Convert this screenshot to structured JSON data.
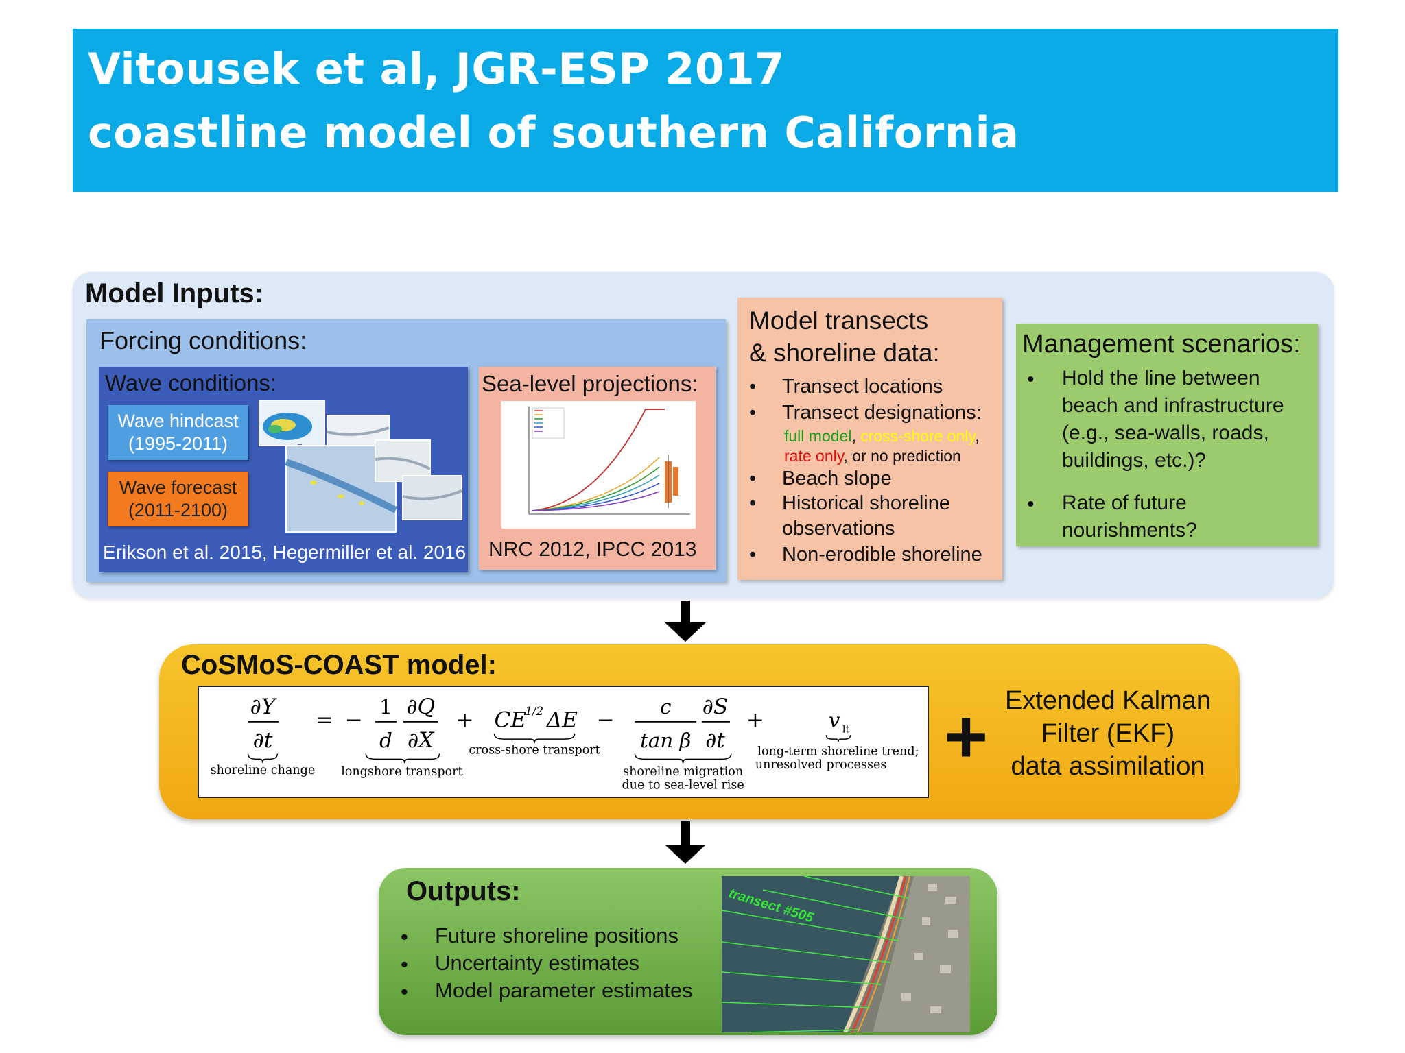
{
  "title": {
    "line1": "Vitousek et al, JGR-ESP 2017",
    "line2": "coastline model of southern California"
  },
  "inputs": {
    "heading": "Model Inputs:",
    "forcing": {
      "heading": "Forcing conditions:",
      "wave": {
        "heading": "Wave conditions:",
        "hindcast_line1": "Wave hindcast",
        "hindcast_line2": "(1995-2011)",
        "forecast_line1": "Wave forecast",
        "forecast_line2": "(2011-2100)",
        "citation": "Erikson et al. 2015, Hegermiller et al. 2016"
      },
      "sea_level": {
        "heading": "Sea-level projections:",
        "citation": "NRC 2012, IPCC 2013"
      }
    },
    "transects": {
      "heading_line1": "Model transects",
      "heading_line2": "& shoreline data:",
      "items": [
        "Transect locations",
        "Transect designations:",
        "Beach slope",
        "Historical shoreline",
        "observations",
        "Non-erodible shoreline"
      ],
      "designations": {
        "full_model": "full model",
        "cross_shore_only": "cross-shore only",
        "rate_only": "rate only",
        "rest": ", or no prediction",
        "comma": ","
      },
      "designation_colors": {
        "full_model": "#1a9e1a",
        "cross_shore_only": "#ffff00",
        "rate_only": "#e01010"
      }
    },
    "management": {
      "heading": "Management scenarios:",
      "item1_lines": [
        "Hold the line between",
        "beach and infrastructure",
        "(e.g., sea-walls, roads,",
        "buildings, etc.)?"
      ],
      "item2_lines": [
        "Rate of future",
        "nourishments?"
      ]
    }
  },
  "model": {
    "heading": "CoSMoS-COAST model:",
    "equation": {
      "dY": "∂Y",
      "dt": "∂t",
      "eq": "=",
      "minus": "−",
      "plus": "+",
      "one": "1",
      "d": "d",
      "dQ": "∂Q",
      "dX": "∂X",
      "CE": "CE",
      "half": "1/2",
      "dE": "ΔE",
      "c": "c",
      "tanb": "tan β",
      "dS": "∂S",
      "v": "v",
      "lt": "lt",
      "label_shoreline": "shoreline change",
      "label_longshore": "longshore transport",
      "label_cross": "cross-shore transport",
      "label_slr1": "shoreline migration",
      "label_slr2": "due to sea-level rise",
      "label_trend1": "long-term shoreline trend;",
      "label_trend2": "unresolved processes"
    },
    "plus_sign": "+",
    "ekf_line1": "Extended Kalman",
    "ekf_line2": "Filter (EKF)",
    "ekf_line3": "data assimilation"
  },
  "outputs": {
    "heading": "Outputs:",
    "items": [
      "Future shoreline positions",
      "Uncertainty estimates",
      "Model parameter estimates"
    ],
    "photo_label": "transect #505"
  },
  "bullet": "•"
}
